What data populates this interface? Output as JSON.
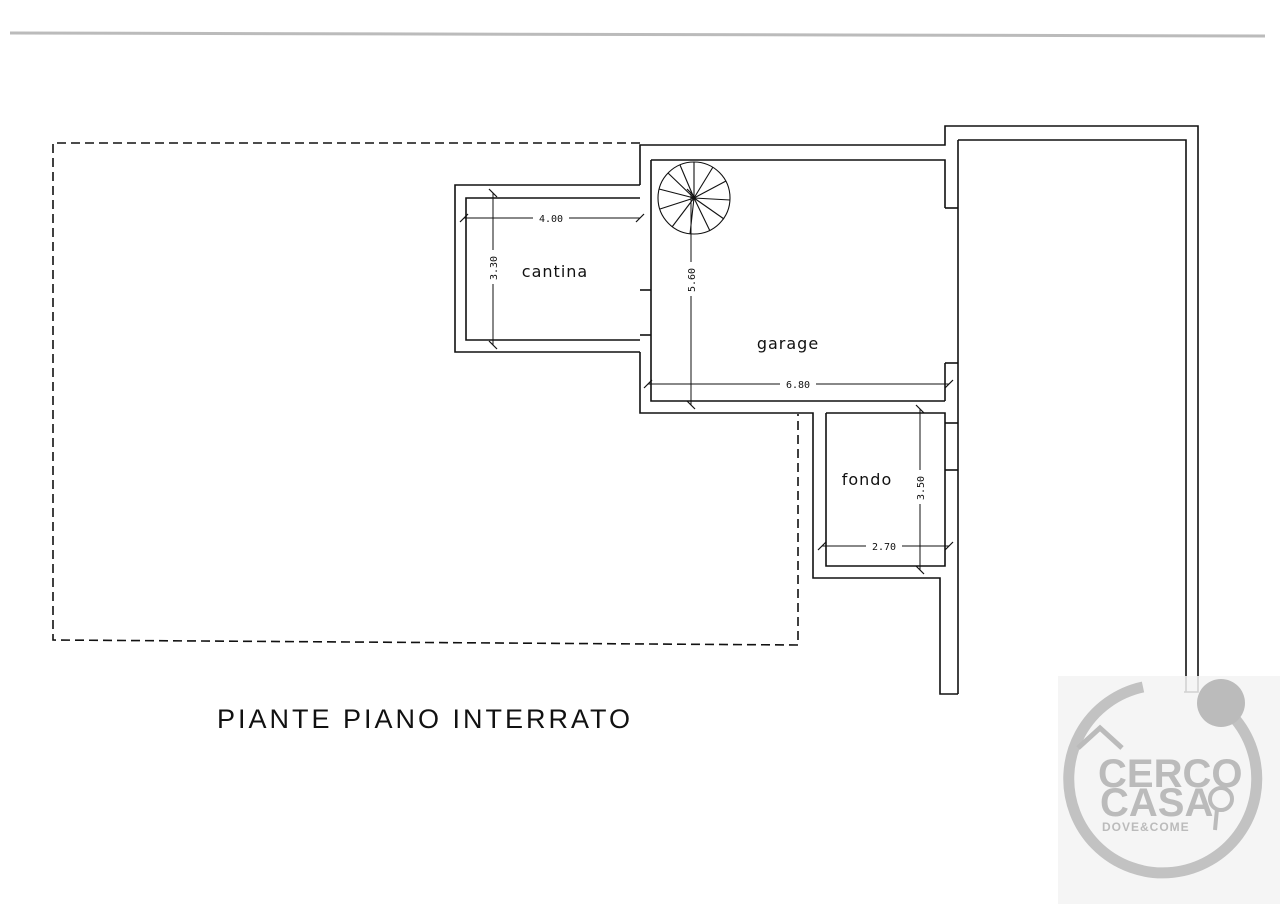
{
  "rooms": {
    "cantina": "cantina",
    "garage": "garage",
    "fondo": "fondo"
  },
  "dimensions": {
    "cantina_width": "4.00",
    "cantina_depth": "3.30",
    "garage_depth": "5.60",
    "garage_width": "6.80",
    "fondo_depth": "3.50",
    "fondo_width": "2.70"
  },
  "title": "PIANTE PIANO INTERRATO",
  "watermark": {
    "line1": "CERCO",
    "line2": "CASA",
    "line3": "DOVE&COME",
    "color": "#b0b0b0"
  },
  "colors": {
    "ink": "#111111",
    "paper": "#ffffff"
  }
}
